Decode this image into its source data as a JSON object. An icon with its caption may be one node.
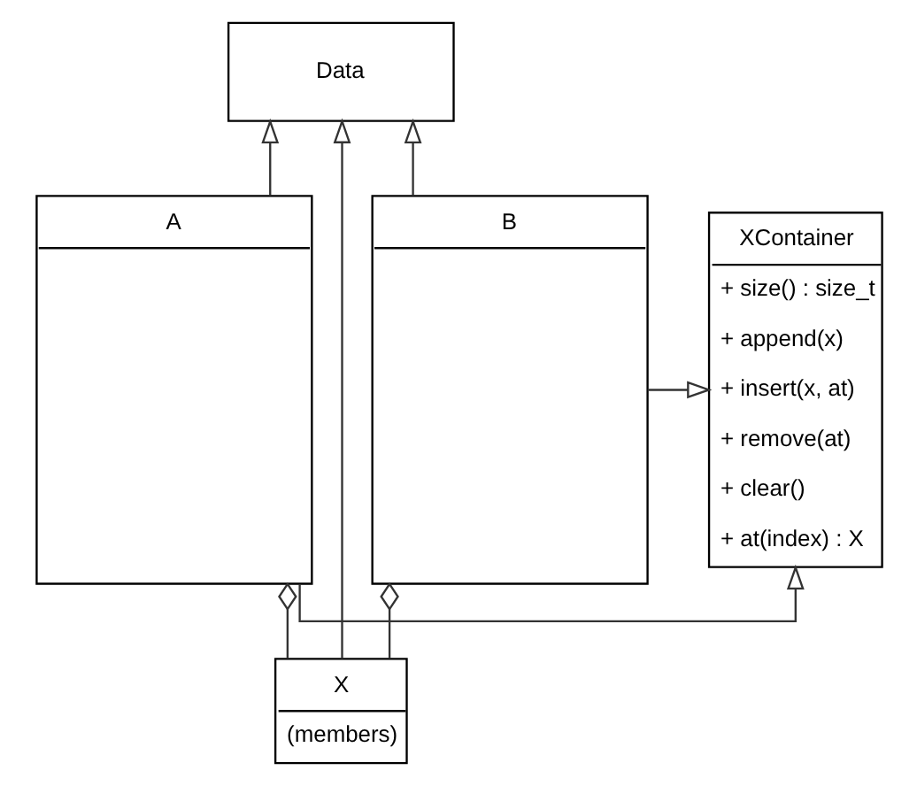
{
  "diagram": {
    "nodes": [
      {
        "text": [
          "Data"
        ]
      },
      {
        "text": [
          "A"
        ]
      },
      {
        "text": [
          "B"
        ]
      },
      {
        "text": [
          "XContainer",
          "+ size() : size_t",
          "+ append(x)",
          "+ insert(x, at)",
          "+ remove(at)",
          "+ clear()",
          "+ at(index) : X"
        ]
      },
      {
        "text": [
          "X",
          "(members)"
        ]
      }
    ],
    "edges": [
      {
        "from": 1,
        "to": 0,
        "arrow": "to"
      },
      {
        "from": 2,
        "to": 0,
        "arrow": "to"
      },
      {
        "from": 1,
        "to": 3,
        "arrow": "to"
      },
      {
        "from": 2,
        "to": 3,
        "arrow": "to"
      },
      {
        "from": 4,
        "to": 0,
        "arrow": "to"
      },
      {
        "from": 4,
        "to": 1,
        "arrow": "other"
      },
      {
        "from": 4,
        "to": 2,
        "arrow": "other"
      }
    ]
  }
}
